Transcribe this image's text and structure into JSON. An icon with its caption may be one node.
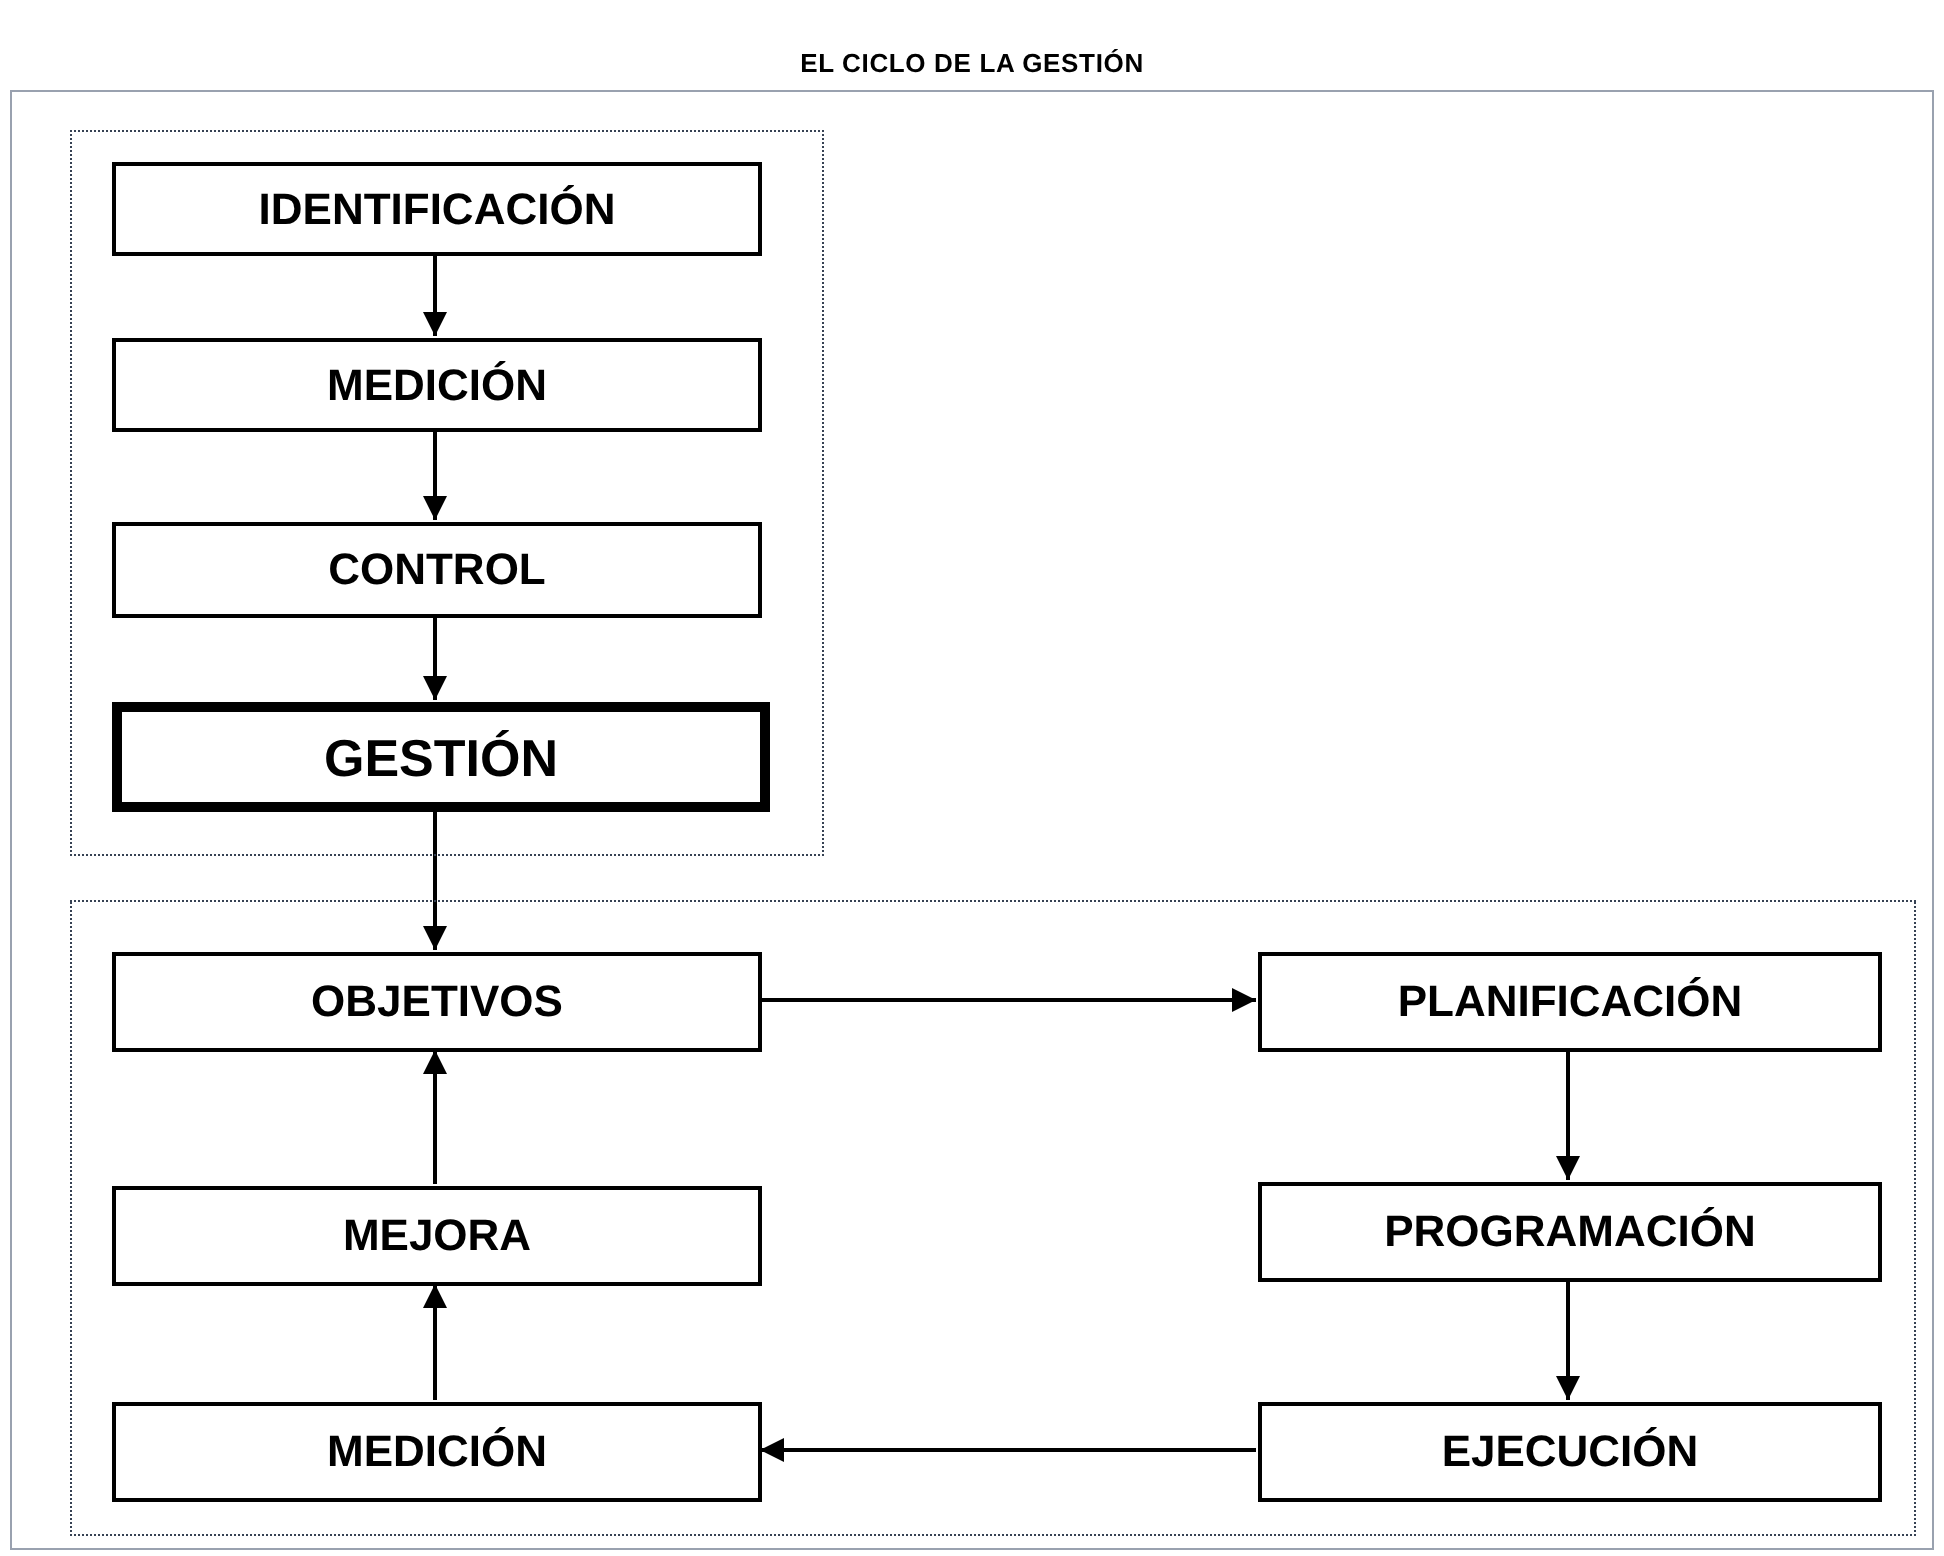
{
  "diagram": {
    "title": "EL CICLO DE LA GESTIÓN",
    "nodes": [
      {
        "text": [],
        "shape": "box"
      },
      {
        "text": [
          "IDENTIFICACIÓN"
        ],
        "in": 0
      },
      {
        "text": [
          "MEDICIÓN"
        ],
        "in": 0
      },
      {
        "text": [
          "CONTROL"
        ],
        "in": 0
      },
      {
        "text": [
          "GESTIÓN"
        ],
        "in": 0
      },
      {
        "text": [],
        "shape": "box"
      },
      {
        "text": [
          "OBJETIVOS"
        ],
        "in": 5
      },
      {
        "text": [
          "PLANIFICACIÓN"
        ],
        "in": 5
      },
      {
        "text": [
          "MEJORA"
        ],
        "in": 5
      },
      {
        "text": [
          "PROGRAMACIÓN"
        ],
        "in": 5
      },
      {
        "text": [
          "MEDICIÓN"
        ],
        "in": 5
      },
      {
        "text": [
          "EJECUCIÓN"
        ],
        "in": 5
      }
    ],
    "edges": [
      {
        "from": 1,
        "to": 2,
        "arrow": "to"
      },
      {
        "from": 2,
        "to": 3,
        "arrow": "to"
      },
      {
        "from": 3,
        "to": 4,
        "arrow": "to"
      },
      {
        "from": 4,
        "to": 6,
        "arrow": "to"
      },
      {
        "from": 6,
        "to": 7,
        "arrow": "to"
      },
      {
        "from": 7,
        "to": 9,
        "arrow": "to"
      },
      {
        "from": 9,
        "to": 11,
        "arrow": "to"
      },
      {
        "from": 11,
        "to": 10,
        "arrow": "to"
      },
      {
        "from": 10,
        "to": 8,
        "arrow": "to"
      },
      {
        "from": 8,
        "to": 6,
        "arrow": "to"
      }
    ]
  }
}
